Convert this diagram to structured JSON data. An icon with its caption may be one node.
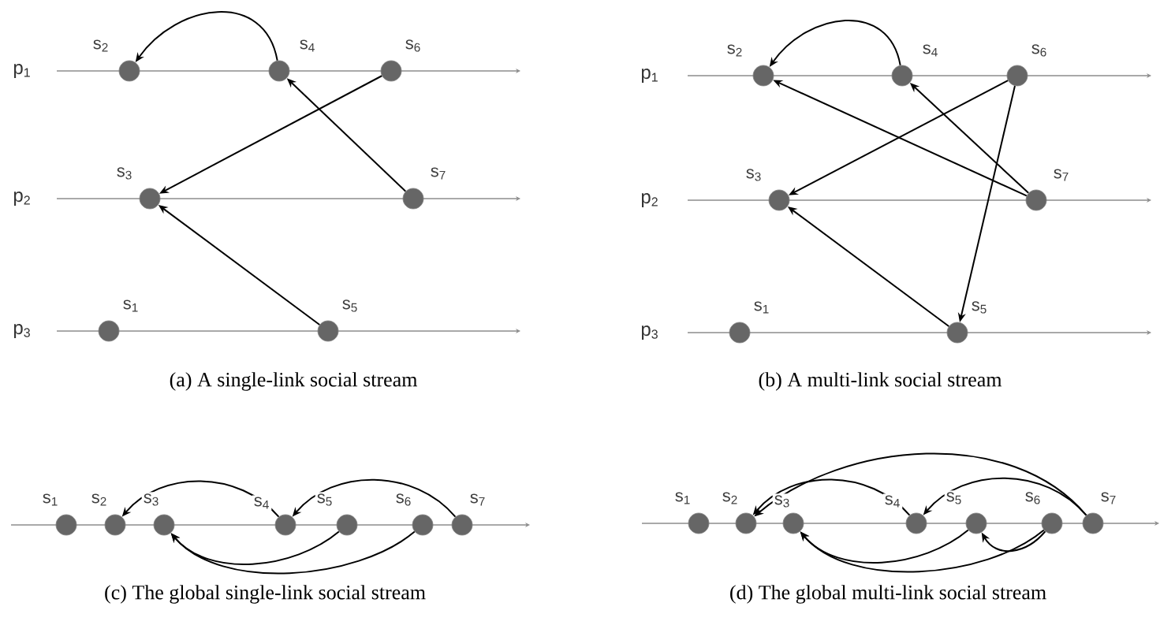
{
  "diagram": {
    "nodes": [
      {
        "text": [],
        "shape": "circle",
        "beside": [
          "s$_{2}$"
        ]
      },
      {
        "text": [],
        "shape": "circle",
        "beside": [
          "s$_{4}$"
        ]
      },
      {
        "text": [],
        "shape": "circle",
        "beside": [
          "s$_{6}$"
        ]
      },
      {
        "text": [],
        "shape": "circle",
        "beside": [
          "s$_{3}$"
        ]
      },
      {
        "text": [],
        "shape": "circle",
        "beside": [
          "s$_{7}$"
        ]
      },
      {
        "text": [],
        "shape": "circle",
        "beside": [
          "s$_{1}$"
        ]
      },
      {
        "text": [],
        "shape": "circle",
        "beside": [
          "s$_{5}$"
        ]
      },
      {
        "text": [],
        "shape": "circle",
        "beside": [
          "s$_{2}$"
        ]
      },
      {
        "text": [],
        "shape": "circle",
        "beside": [
          "s$_{4}$"
        ]
      },
      {
        "text": [],
        "shape": "circle",
        "beside": [
          "s$_{6}$"
        ]
      },
      {
        "text": [],
        "shape": "circle",
        "beside": [
          "s$_{3}$"
        ]
      },
      {
        "text": [],
        "shape": "circle",
        "beside": [
          "s$_{7}$"
        ]
      },
      {
        "text": [],
        "shape": "circle",
        "beside": [
          "s$_{1}$"
        ]
      },
      {
        "text": [],
        "shape": "circle",
        "beside": [
          "s$_{5}$"
        ]
      },
      {
        "text": [],
        "shape": "circle",
        "beside": [
          "s$_{1}$"
        ]
      },
      {
        "text": [],
        "shape": "circle",
        "beside": [
          "s$_{2}$"
        ]
      },
      {
        "text": [],
        "shape": "circle",
        "beside": [
          "s$_{3}$"
        ]
      },
      {
        "text": [],
        "shape": "circle",
        "beside": [
          "s$_{4}$"
        ]
      },
      {
        "text": [],
        "shape": "circle",
        "beside": [
          "s$_{5}$"
        ]
      },
      {
        "text": [],
        "shape": "circle",
        "beside": [
          "s$_{6}$"
        ]
      },
      {
        "text": [],
        "shape": "circle",
        "beside": [
          "s$_{7}$"
        ]
      },
      {
        "text": [],
        "shape": "circle",
        "beside": [
          "s$_{1}$"
        ]
      },
      {
        "text": [],
        "shape": "circle",
        "beside": [
          "s$_{2}$"
        ]
      },
      {
        "text": [],
        "shape": "circle",
        "beside": [
          "s$_{3}$"
        ]
      },
      {
        "text": [],
        "shape": "circle",
        "beside": [
          "s$_{4}$"
        ]
      },
      {
        "text": [],
        "shape": "circle",
        "beside": [
          "s$_{5}$"
        ]
      },
      {
        "text": [],
        "shape": "circle",
        "beside": [
          "s$_{6}$"
        ]
      },
      {
        "text": [],
        "shape": "circle",
        "beside": [
          "s$_{7}$"
        ]
      }
    ],
    "edges": [
      {
        "from": 1,
        "to": 0,
        "arrow": "to"
      },
      {
        "from": 2,
        "to": 3,
        "arrow": "to"
      },
      {
        "from": 4,
        "to": 1,
        "arrow": "to"
      },
      {
        "from": 6,
        "to": 3,
        "arrow": "to"
      },
      {
        "from": 8,
        "to": 7,
        "arrow": "to"
      },
      {
        "from": 9,
        "to": 10,
        "arrow": "to"
      },
      {
        "from": 9,
        "to": 13,
        "arrow": "to"
      },
      {
        "from": 11,
        "to": 7,
        "arrow": "to"
      },
      {
        "from": 11,
        "to": 8,
        "arrow": "to"
      },
      {
        "from": 13,
        "to": 10,
        "arrow": "to"
      },
      {
        "from": 17,
        "to": 15,
        "arrow": "to"
      },
      {
        "from": 20,
        "to": 17,
        "arrow": "to"
      },
      {
        "from": 18,
        "to": 16,
        "arrow": "to"
      },
      {
        "from": 19,
        "to": 16,
        "arrow": "to"
      },
      {
        "from": 24,
        "to": 22,
        "arrow": "to"
      },
      {
        "from": 27,
        "to": 22,
        "arrow": "to"
      },
      {
        "from": 27,
        "to": 24,
        "arrow": "to"
      },
      {
        "from": 25,
        "to": 23,
        "arrow": "to"
      },
      {
        "from": 26,
        "to": 23,
        "arrow": "to"
      },
      {
        "from": 26,
        "to": 25,
        "arrow": "to"
      }
    ],
    "labels": [
      "p$_{1}$",
      "p$_{1}$",
      "p$_{2}$",
      "p$_{2}$",
      "p$_{3}$",
      "p$_{3}$",
      "(a) A single-link social stream",
      "(b) A multi-link social stream",
      "(c) The global single-link social stream",
      "(d) The global multi-link social stream"
    ]
  }
}
